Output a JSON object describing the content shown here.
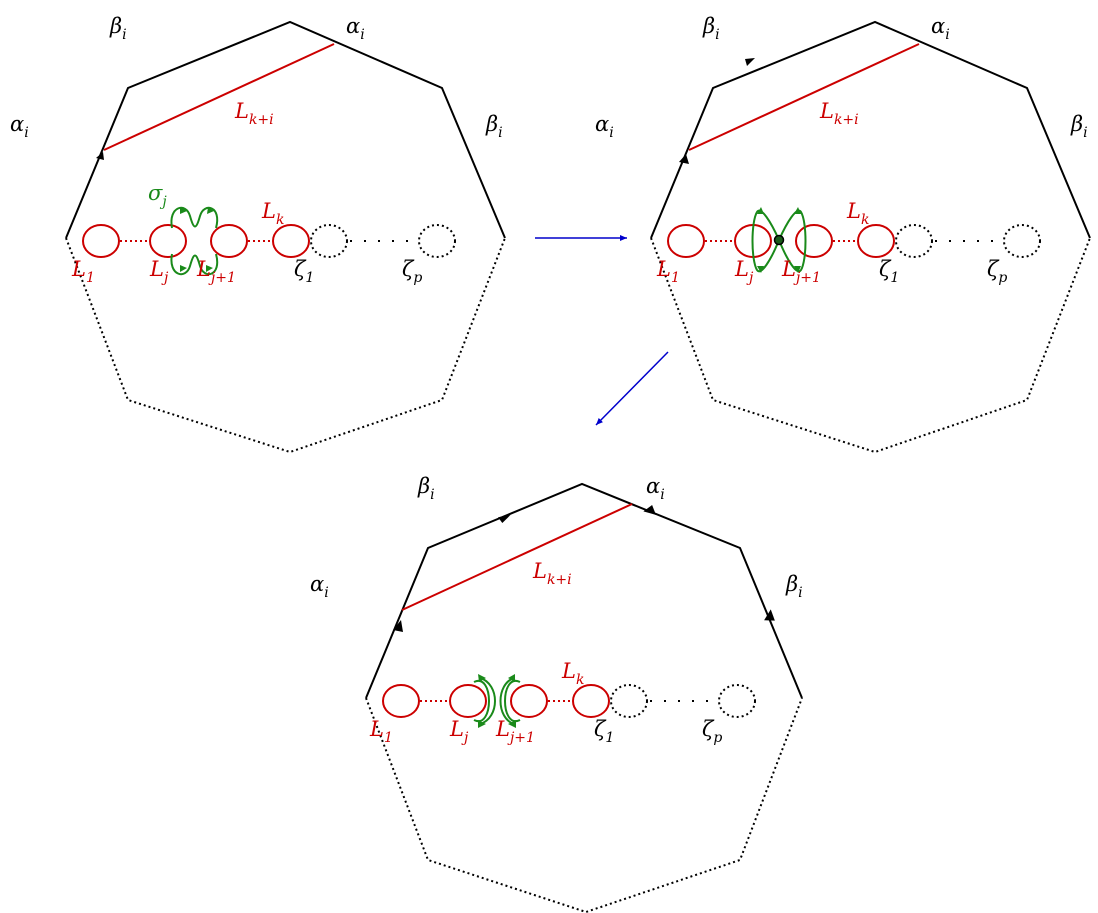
{
  "colors": {
    "ink": "#000000",
    "curve": "#cc0000",
    "sigma": "#1a8a1a",
    "arrow": "#0000cc"
  },
  "panels": [
    {
      "labels": {
        "beta_top": "β",
        "beta_top_sub": "i",
        "alpha_top": "α",
        "alpha_top_sub": "i",
        "alpha_left": "α",
        "alpha_left_sub": "i",
        "beta_right": "β",
        "beta_right_sub": "i",
        "L_ki": "L",
        "L_ki_sub": "k+i",
        "L_k": "L",
        "L_k_sub": "k",
        "sigma": "σ",
        "sigma_sub": "j",
        "L_1": "L",
        "L_1_sub": "1",
        "L_j": "L",
        "L_j_sub": "j",
        "L_j1": "L",
        "L_j1_sub": "j+1",
        "zeta_1": "ζ",
        "zeta_1_sub": "1",
        "zeta_p": "ζ",
        "zeta_p_sub": "p"
      }
    },
    {
      "labels": {
        "beta_top": "β",
        "beta_top_sub": "i",
        "alpha_top": "α",
        "alpha_top_sub": "i",
        "alpha_left": "α",
        "alpha_left_sub": "i",
        "beta_right": "β",
        "beta_right_sub": "i",
        "L_ki": "L",
        "L_ki_sub": "k+i",
        "L_k": "L",
        "L_k_sub": "k",
        "L_1": "L",
        "L_1_sub": "1",
        "L_j": "L",
        "L_j_sub": "j",
        "L_j1": "L",
        "L_j1_sub": "j+1",
        "zeta_1": "ζ",
        "zeta_1_sub": "1",
        "zeta_p": "ζ",
        "zeta_p_sub": "p"
      }
    },
    {
      "labels": {
        "beta_top": "β",
        "beta_top_sub": "i",
        "alpha_top": "α",
        "alpha_top_sub": "i",
        "alpha_left": "α",
        "alpha_left_sub": "i",
        "beta_right": "β",
        "beta_right_sub": "i",
        "L_ki": "L",
        "L_ki_sub": "k+i",
        "L_k": "L",
        "L_k_sub": "k",
        "L_1": "L",
        "L_1_sub": "1",
        "L_j": "L",
        "L_j_sub": "j",
        "L_j1": "L",
        "L_j1_sub": "j+1",
        "zeta_1": "ζ",
        "zeta_1_sub": "1",
        "zeta_p": "ζ",
        "zeta_p_sub": "p"
      }
    }
  ]
}
